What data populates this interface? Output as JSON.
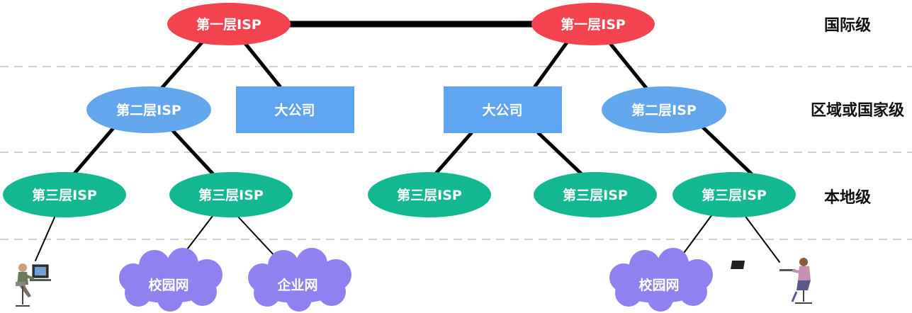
{
  "colors": {
    "tier1": "#f2434f",
    "tier2": "#62a6ec",
    "corp": "#5fa4ee",
    "tier3": "#13b892",
    "cloud": "#8f81ef",
    "divider": "#cfcfcf"
  },
  "levels": {
    "international": "国际级",
    "regional": "区域或国家级",
    "local": "本地级"
  },
  "nodes": {
    "tier1_left": "第一层ISP",
    "tier1_right": "第一层ISP",
    "tier2_left": "第二层ISP",
    "tier2_right": "第二层ISP",
    "corp_left": "大公司",
    "corp_right": "大公司",
    "tier3_a": "第三层ISP",
    "tier3_b": "第三层ISP",
    "tier3_c": "第三层ISP",
    "tier3_d": "第三层ISP",
    "tier3_e": "第三层ISP",
    "campus_left": "校园网",
    "enterprise": "企业网",
    "campus_right": "校园网"
  },
  "icons": {
    "user_left": "desktop-user-icon",
    "user_right": "laptop-user-icon"
  }
}
